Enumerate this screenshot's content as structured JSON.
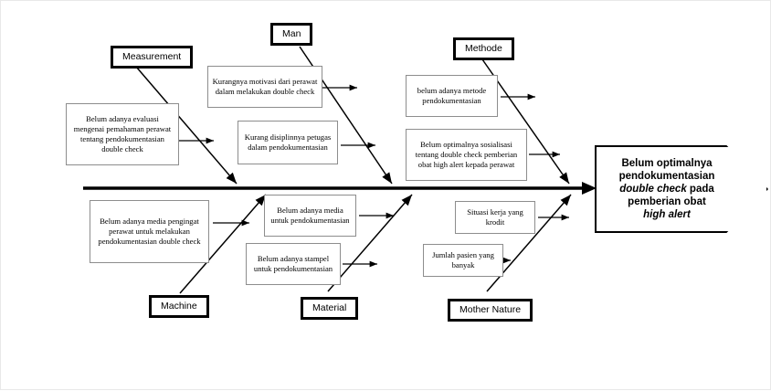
{
  "diagram": {
    "type": "fishbone-ishikawa",
    "effect": {
      "line1": "Belum optimalnya",
      "line2": "pendokumentasian",
      "line3_italic": "double check",
      "line3_rest": " pada",
      "line4": "pemberian obat",
      "line5_italic": "high alert"
    },
    "categories": [
      {
        "id": "measurement",
        "label": "Measurement",
        "side": "top",
        "causes": [
          "Belum adanya evaluasi mengenai pemahaman perawat tentang pendokumentasian double check"
        ]
      },
      {
        "id": "man",
        "label": "Man",
        "side": "top",
        "causes": [
          "Kurangnya motivasi dari perawat dalam melakukan double check",
          "Kurang disiplinnya petugas dalam pendokumentasian"
        ]
      },
      {
        "id": "methode",
        "label": "Methode",
        "side": "top",
        "causes": [
          "belum adanya metode pendokumentasian",
          "Belum optimalnya sosialisasi tentang double check pemberian obat high alert kepada perawat"
        ]
      },
      {
        "id": "machine",
        "label": "Machine",
        "side": "bottom",
        "causes": [
          "Belum adanya media pengingat perawat untuk melakukan pendokumentasian double check"
        ]
      },
      {
        "id": "material",
        "label": "Material",
        "side": "bottom",
        "causes": [
          "Belum adanya media untuk pendokumentasian",
          "Belum adanya stampel untuk pendokumentasian"
        ]
      },
      {
        "id": "mother_nature",
        "label": "Mother Nature",
        "side": "bottom",
        "causes": [
          "Situasi kerja yang krodit",
          "Jumlah pasien yang banyak"
        ]
      }
    ],
    "colors": {
      "line": "#000000",
      "cause_border": "#8d8d8d",
      "background": "#ffffff"
    }
  }
}
